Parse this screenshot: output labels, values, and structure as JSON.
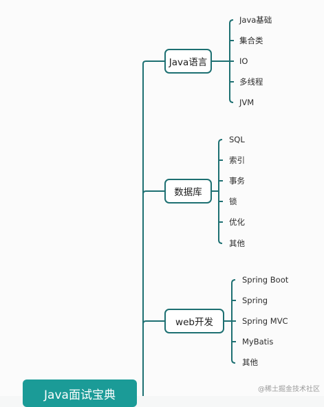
{
  "root": {
    "label": "Java面试宝典"
  },
  "branches": [
    {
      "label": "Java语言",
      "leaves": [
        "Java基础",
        "集合类",
        "IO",
        "多线程",
        "JVM"
      ]
    },
    {
      "label": "数据库",
      "leaves": [
        "SQL",
        "索引",
        "事务",
        "锁",
        "优化",
        "其他"
      ]
    },
    {
      "label": "web开发",
      "leaves": [
        "Spring Boot",
        "Spring",
        "Spring MVC",
        "MyBatis",
        "其他"
      ]
    }
  ],
  "watermark": "@稀土掘金技术社区",
  "colors": {
    "line": "#1c6f71",
    "root_fill": "#1b9b97"
  }
}
